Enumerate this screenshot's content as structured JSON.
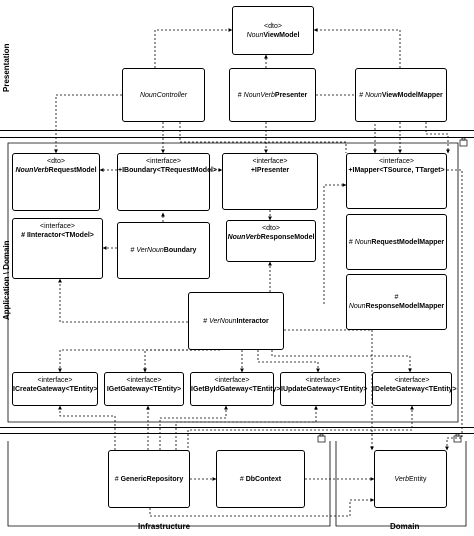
{
  "layers": {
    "presentation": "Presentation",
    "application_domain": "Application \\ Domain",
    "infrastructure": "Infrastructure",
    "domain": "Domain"
  },
  "nodes": {
    "noun_view_model": {
      "stereotype": "<dto>",
      "italic": "Noun",
      "bold": "ViewModel"
    },
    "noun_controller": {
      "italic": "NounController",
      "bold": ""
    },
    "presenter": {
      "prefix": "# ",
      "italic": "NounVerb",
      "bold": "Presenter"
    },
    "view_model_mapper": {
      "prefix": "# ",
      "italic": "Noun",
      "bold": "ViewModelMapper"
    },
    "request_model": {
      "stereotype": "<dto>",
      "italic": "NounVerb",
      "bold": "RequestModel"
    },
    "iboundary": {
      "stereotype": "<interface>",
      "bold": "+IBoundary<TRequestModel>"
    },
    "ipresenter": {
      "stereotype": "<interface>",
      "bold": "+IPresenter"
    },
    "imapper": {
      "stereotype": "<interface>",
      "bold": "+IMapper<TSource, TTarget>"
    },
    "iinteractor": {
      "stereotype": "<interface>",
      "bold": "# IInteractor<TModel>"
    },
    "boundary": {
      "prefix": "# ",
      "italic": "VerNoun",
      "bold": "Boundary"
    },
    "response_model": {
      "stereotype": "<dto>",
      "italic": "NounVerb",
      "bold": "ResponseModel"
    },
    "request_model_mapper": {
      "prefix": "# ",
      "italic": "Noun",
      "bold": "RequestModelMapper"
    },
    "interactor": {
      "prefix": "# ",
      "italic": "VerNoun",
      "bold": "Interactor"
    },
    "response_model_mapper": {
      "prefix": "# ",
      "italic": "Noun",
      "bold": "ResponseModelMapper"
    },
    "icreate": {
      "stereotype": "<interface>",
      "bold": "ICreateGateway<TEntity>"
    },
    "iget": {
      "stereotype": "<interface>",
      "bold": "IGetGateway<TEntity>"
    },
    "igetbyid": {
      "stereotype": "<interface>",
      "bold": "IGetByIdGateway<TEntity>"
    },
    "iupdate": {
      "stereotype": "<interface>",
      "bold": "IUpdateGateway<TEntity>"
    },
    "idelete": {
      "stereotype": "<interface>",
      "bold": "IDeleteGateway<TEntity>"
    },
    "generic_repository": {
      "prefix": "# ",
      "bold": "GenericRepository"
    },
    "db_context": {
      "prefix": "# ",
      "bold": "DbContext"
    },
    "verb_entity": {
      "italic": "Verb",
      "bold": "Entity"
    }
  }
}
